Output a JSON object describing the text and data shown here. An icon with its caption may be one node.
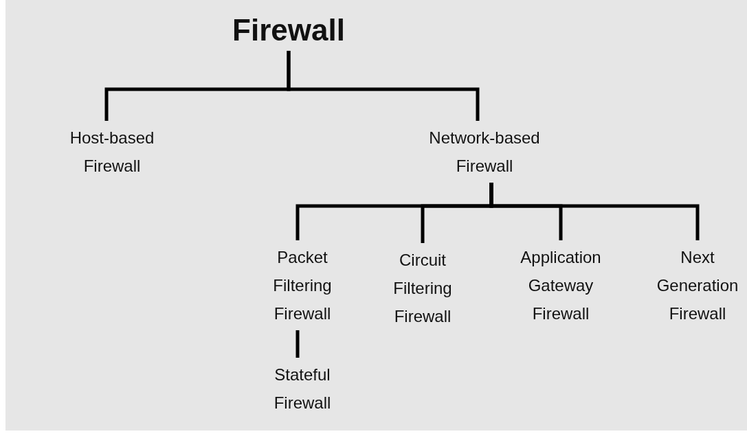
{
  "diagram": {
    "nodes": [
      {
        "text": [
          "Firewall"
        ]
      },
      {
        "text": [
          "Host-based Firewall"
        ]
      },
      {
        "text": [
          "Network-based Firewall"
        ]
      },
      {
        "text": [
          "Packet Filtering Firewall"
        ]
      },
      {
        "text": [
          "Circuit Filtering Firewall"
        ]
      },
      {
        "text": [
          "Application Gateway Firewall"
        ]
      },
      {
        "text": [
          "Next Generation Firewall"
        ]
      },
      {
        "text": [
          "Stateful Firewall"
        ]
      }
    ],
    "edges": [
      {
        "from": 0,
        "to": 1,
        "arrow": "none"
      },
      {
        "from": 0,
        "to": 2,
        "arrow": "none"
      },
      {
        "from": 2,
        "to": 3,
        "arrow": "none"
      },
      {
        "from": 2,
        "to": 4,
        "arrow": "none"
      },
      {
        "from": 2,
        "to": 5,
        "arrow": "none"
      },
      {
        "from": 2,
        "to": 6,
        "arrow": "none"
      },
      {
        "from": 3,
        "to": 7,
        "arrow": "none"
      }
    ]
  }
}
